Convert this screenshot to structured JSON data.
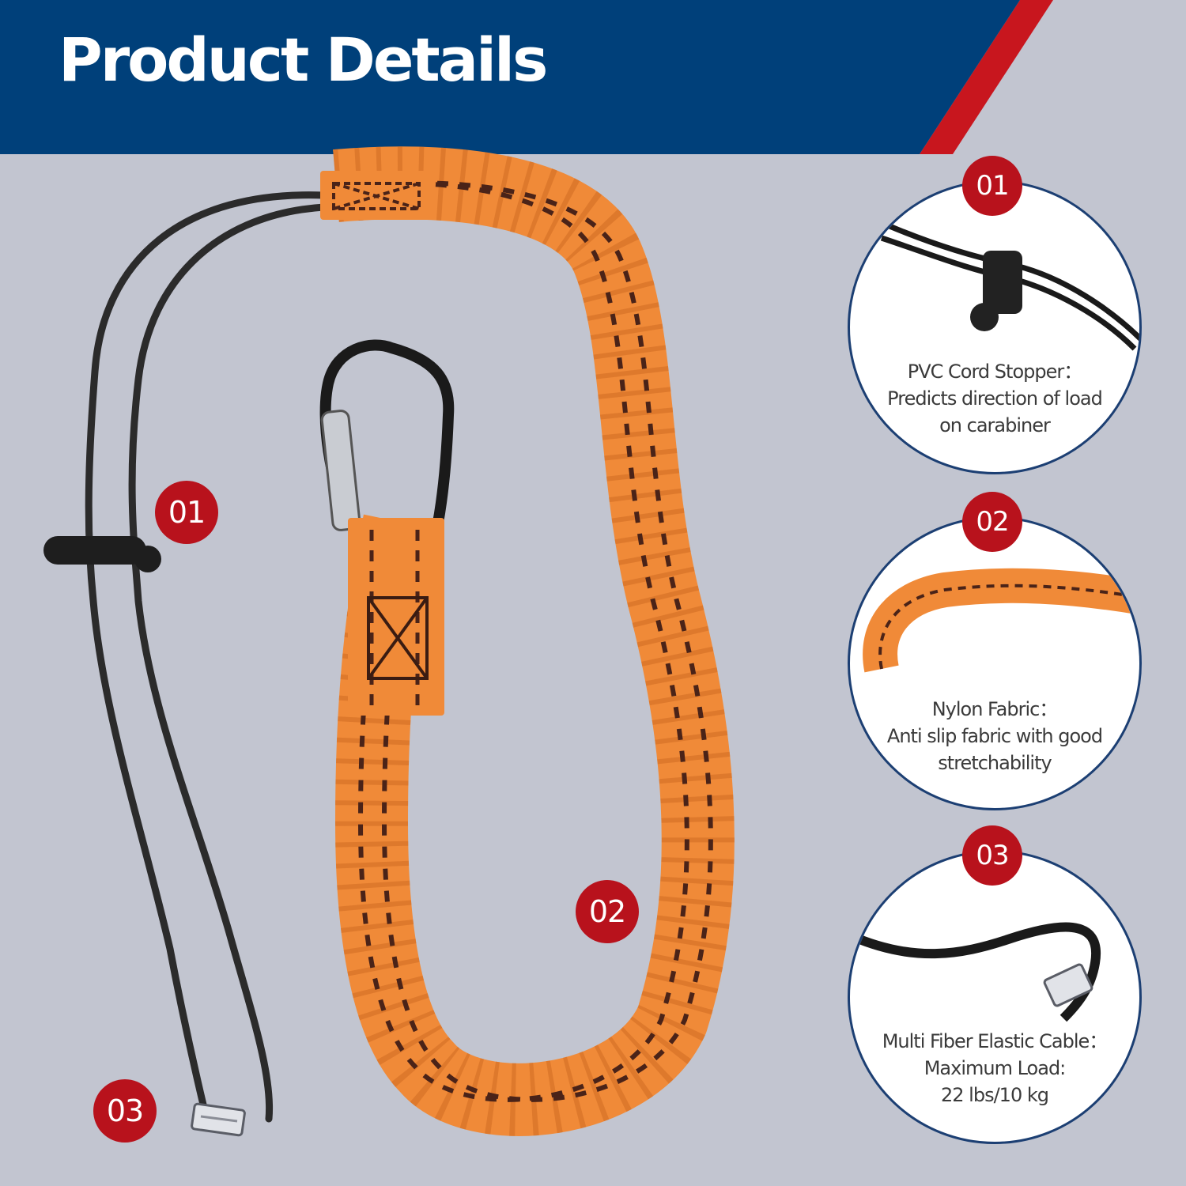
{
  "header": {
    "title": "Product Details",
    "colors": {
      "band": "#00407a",
      "accent": "#b8121c"
    }
  },
  "callouts": [
    {
      "number": "01",
      "icon": "cord-stopper-icon"
    },
    {
      "number": "02",
      "icon": "elastic-webbing-icon"
    },
    {
      "number": "03",
      "icon": "cable-end-icon"
    }
  ],
  "details": [
    {
      "number": "01",
      "icon": "cord-stopper-closeup",
      "title": "PVC Cord Stopper：",
      "lines": [
        "Predicts direction of load",
        "on carabiner"
      ]
    },
    {
      "number": "02",
      "icon": "nylon-fabric-closeup",
      "title": "Nylon Fabric：",
      "lines": [
        "Anti slip fabric with good",
        "stretchability"
      ]
    },
    {
      "number": "03",
      "icon": "elastic-cable-closeup",
      "title": "Multi Fiber Elastic Cable：",
      "lines": [
        "Maximum Load:",
        "22 lbs/10 kg"
      ]
    }
  ],
  "colors": {
    "background": "#c2c5d0",
    "webbing": "#f08a38",
    "cord": "#2b2b2b",
    "ring": "#1c3f73",
    "text": "#3a3a3a"
  }
}
